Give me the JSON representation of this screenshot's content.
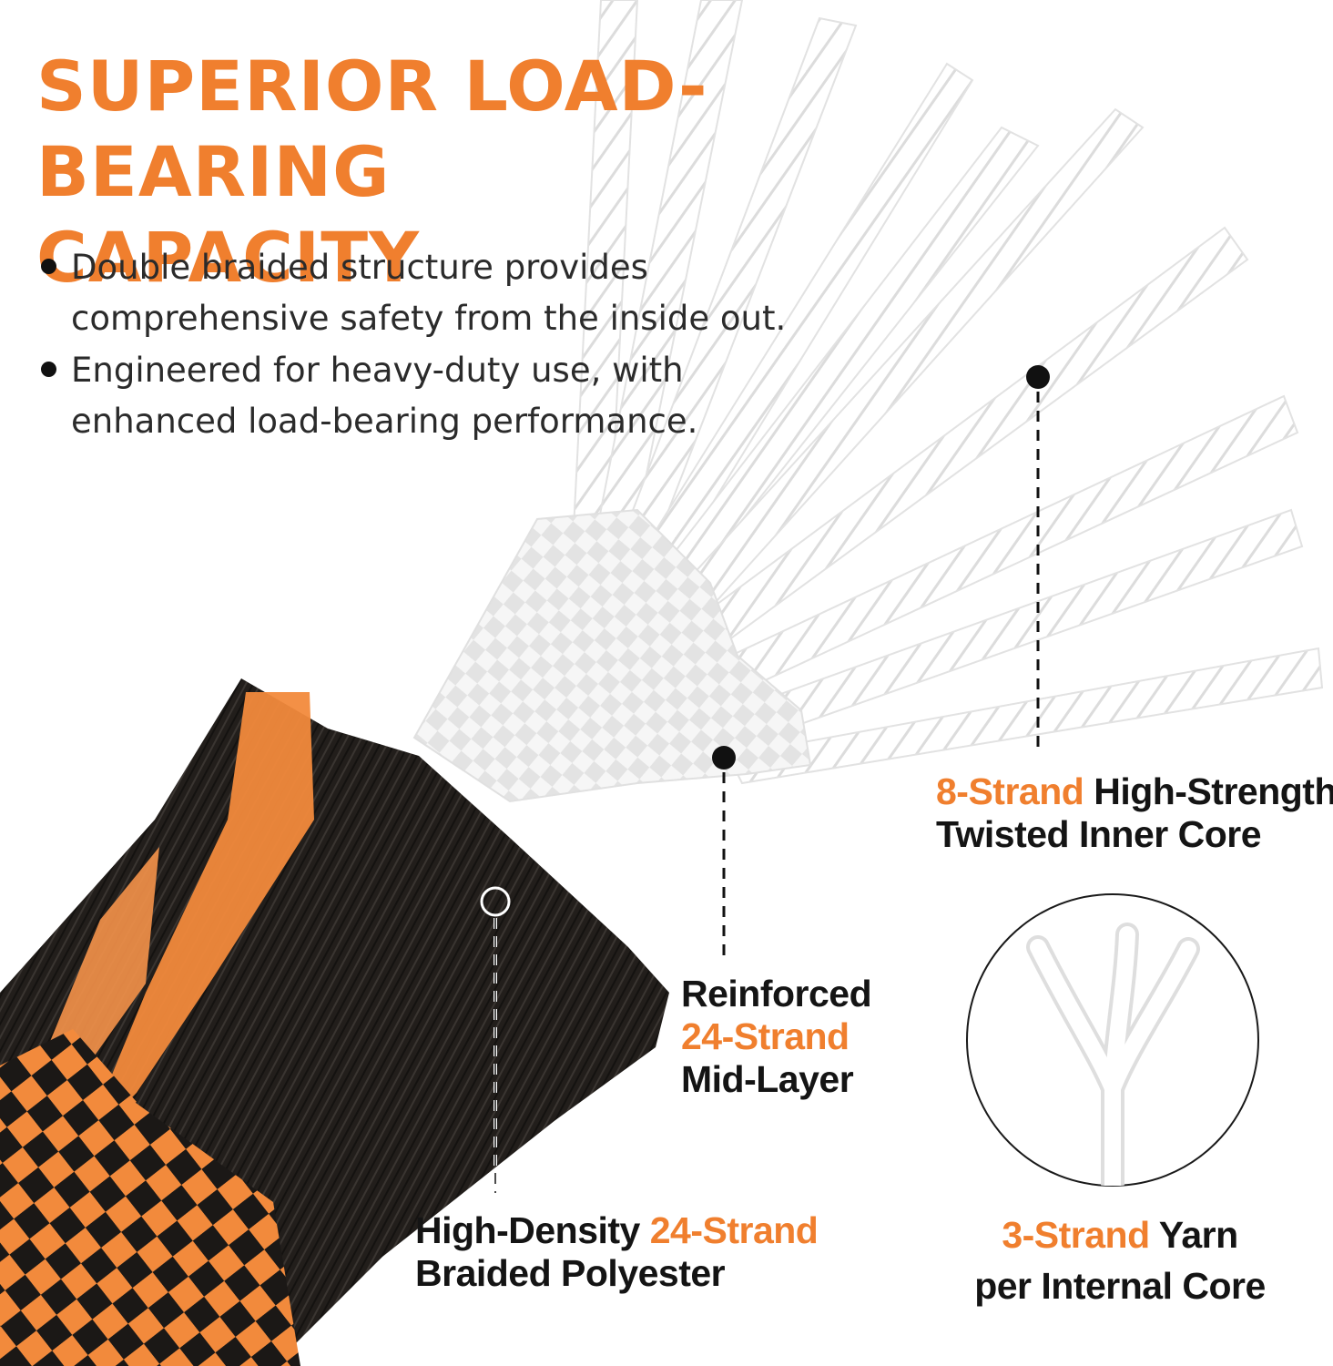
{
  "headline": [
    "SUPERIOR LOAD-BEARING",
    "CAPACITY"
  ],
  "bullets": [
    {
      "lines": [
        "Double braided structure provides",
        "comprehensive safety from the inside out."
      ]
    },
    {
      "lines": [
        "Engineered for heavy-duty use, with",
        "enhanced load-bearing performance."
      ]
    }
  ],
  "callouts": {
    "inner_core": {
      "line1_accent": "8-Strand",
      "line1_rest": " High-Strength",
      "line2": "Twisted Inner Core"
    },
    "mid_layer": {
      "line1": "Reinforced",
      "line2_accent": "24-Strand",
      "line3": "Mid-Layer"
    },
    "outer_layer": {
      "line1_pre": "High-Density ",
      "line1_accent": "24-Strand",
      "line2": "Braided Polyester"
    },
    "yarn": {
      "line1_accent": "3-Strand",
      "line1_rest": " Yarn",
      "line2": "per Internal Core"
    }
  },
  "colors": {
    "accent": "#f07f2e",
    "text": "#141414",
    "rope_outer": "#1a1714",
    "rope_core": "#ffffff"
  }
}
